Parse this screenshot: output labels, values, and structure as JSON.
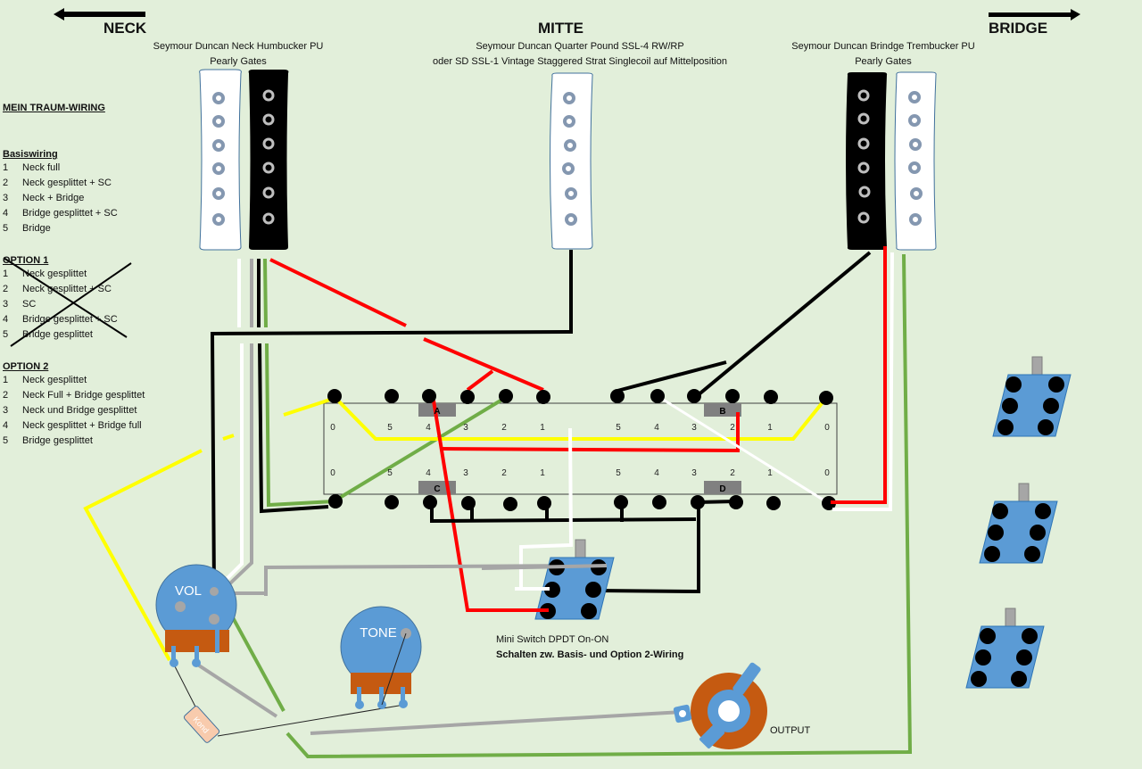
{
  "headers": {
    "neck": "NECK",
    "middle": "MITTE",
    "bridge": "BRIDGE"
  },
  "pickups": {
    "neck": {
      "line1": "Seymour Duncan Neck Humbucker PU",
      "line2": "Pearly Gates"
    },
    "middle": {
      "line1": "Seymour Duncan Quarter Pound SSL-4 RW/RP",
      "line2": "oder SD SSL-1 Vintage Staggered Strat Singlecoil auf Mittelposition"
    },
    "bridge": {
      "line1": "Seymour Duncan Brindge Trembucker PU",
      "line2": "Pearly Gates"
    }
  },
  "legend": {
    "title": "MEIN TRAUM-WIRING",
    "basis": {
      "title": "Basiswiring",
      "items": [
        {
          "n": "1",
          "text": "Neck full"
        },
        {
          "n": "2",
          "text": "Neck gesplittet + SC"
        },
        {
          "n": "3",
          "text": "Neck + Bridge"
        },
        {
          "n": "4",
          "text": "Bridge gesplittet + SC"
        },
        {
          "n": "5",
          "text": "Bridge"
        }
      ]
    },
    "option1": {
      "title": "OPTION 1",
      "crossed_out": true,
      "items": [
        {
          "n": "1",
          "text": "Neck gesplittet"
        },
        {
          "n": "2",
          "text": "Neck gesplittet + SC"
        },
        {
          "n": "3",
          "text": "SC"
        },
        {
          "n": "4",
          "text": "Bridge gesplittet + SC"
        },
        {
          "n": "5",
          "text": "Bridge gesplittet"
        }
      ]
    },
    "option2": {
      "title": "OPTION 2",
      "items": [
        {
          "n": "1",
          "text": "Neck gesplittet"
        },
        {
          "n": "2",
          "text": "Neck Full + Bridge gesplittet"
        },
        {
          "n": "3",
          "text": "Neck und Bridge gesplittet"
        },
        {
          "n": "4",
          "text": "Neck gesplittet + Bridge full"
        },
        {
          "n": "5",
          "text": "Bridge gesplittet"
        }
      ]
    }
  },
  "selector_switch": {
    "decks": [
      "A",
      "B",
      "C",
      "D"
    ],
    "positions_left": [
      "0",
      "5",
      "4",
      "3",
      "2",
      "1"
    ],
    "positions_right": [
      "5",
      "4",
      "3",
      "2",
      "1",
      "0"
    ]
  },
  "components": {
    "vol_label": "VOL",
    "tone_label": "TONE",
    "cap_label": "Kond",
    "output_label": "OUTPUT",
    "mini_switch_line1": "Mini Switch DPDT On-ON",
    "mini_switch_line2": "Schalten zw. Basis- und Option 2-Wiring"
  },
  "colors": {
    "background": "#e2efda",
    "wire_red": "#ff0000",
    "wire_yellow": "#ffff00",
    "wire_green": "#70ad47",
    "wire_black": "#000000",
    "wire_white": "#ffffff",
    "wire_gray": "#a6a6a6",
    "pot_blue": "#5b9bd5",
    "pot_orange": "#c55a11"
  }
}
